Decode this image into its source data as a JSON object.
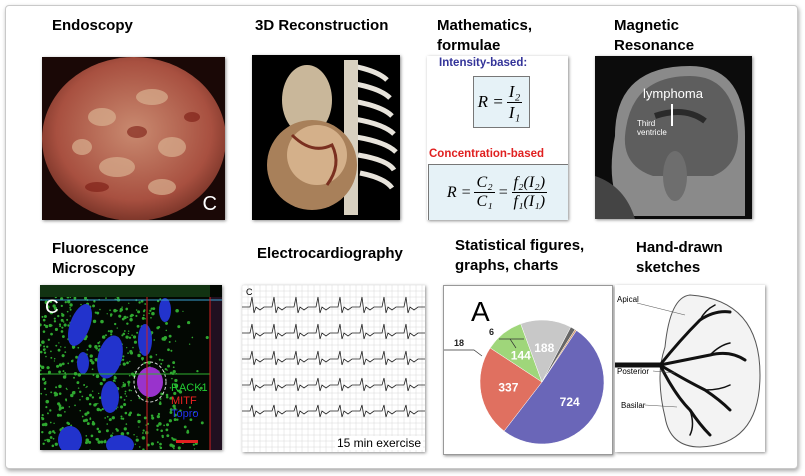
{
  "panels": [
    {
      "title": "Endoscopy",
      "corner_label": "C"
    },
    {
      "title": "3D Reconstruction"
    },
    {
      "title_line1": "Mathematics,",
      "title_line2": "formulae",
      "intensity_label": "Intensity-based:",
      "concentration_label": "Concentration-based",
      "formula1_lhs": "R =",
      "formula1_num": "I₂",
      "formula1_den": "I₁",
      "formula2_lhs": "R =",
      "formula2_num1": "C₂",
      "formula2_den1": "C₁",
      "formula2_eq": "=",
      "formula2_num2": "f₂(I₂)",
      "formula2_den2": "f₁(I₁)"
    },
    {
      "title_line1": "Magnetic",
      "title_line2": "Resonance",
      "annotation_main": "lymphoma",
      "annotation_line1": "Third",
      "annotation_line2": "ventricle"
    },
    {
      "title_line1": "Fluorescence",
      "title_line2": "Microscopy",
      "corner_label": "C",
      "legend": [
        "RACK1",
        "MITF",
        "Topro"
      ],
      "legend_colors": [
        "#22cc33",
        "#ee2222",
        "#2233ee"
      ]
    },
    {
      "title": "Electrocardiography",
      "corner_label": "C",
      "caption": "15 min exercise"
    },
    {
      "title_line1": "Statistical figures,",
      "title_line2": "graphs, charts",
      "corner_label": "A"
    },
    {
      "title_line1": "Hand-drawn",
      "title_line2": "sketches",
      "labels": [
        "Apical",
        "Posterior",
        "Basilar"
      ]
    }
  ],
  "chart_data": {
    "type": "pie",
    "title": "A",
    "values": [
      724,
      337,
      144,
      188,
      18,
      6
    ],
    "labels": [
      "724",
      "337",
      "144",
      "188",
      "18",
      "6"
    ],
    "colors": [
      "#6a66b8",
      "#e07060",
      "#9fd67a",
      "#c8c8c8",
      "#666666",
      "#d09a70"
    ]
  }
}
